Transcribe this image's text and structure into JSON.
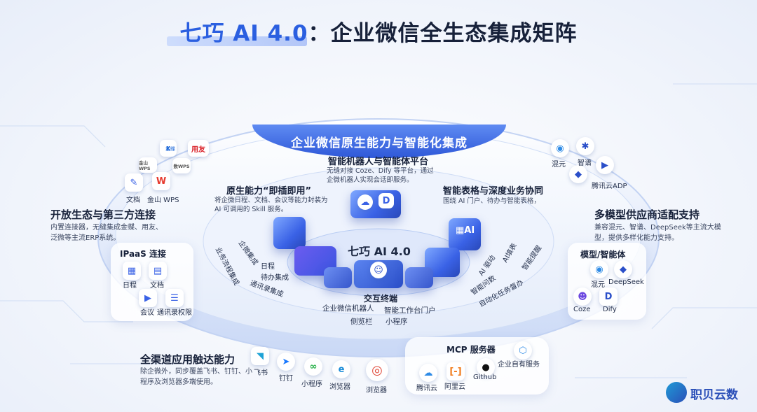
{
  "title": {
    "prefix": "七巧 AI 4.0",
    "suffix": "：企业微信全生态集成矩阵"
  },
  "banner": "企业微信原生能力与智能化集成",
  "center_label": "七巧 AI 4.0",
  "robot": {
    "title": "智能机器人与智能体平台",
    "desc": "无缝对接 Coze、Dify 等平台，通过企微机器人实现会话即服务。"
  },
  "native": {
    "title": "原生能力“即插即用”",
    "desc": "将企微日程、文档、会议等能力封装为 AI 可调用的 Skill 服务。",
    "rot_items": [
      "业务流程集成",
      "企微集成",
      "日程",
      "待办集成",
      "通讯录集成"
    ]
  },
  "smart_table": {
    "title": "智能表格与深度业务协同",
    "desc": "围绕 AI 门户、待办与智能表格，",
    "rot_items": [
      "AI 驱动",
      "AI填表",
      "智能提醒",
      "智能问数",
      "自动化任务督办"
    ]
  },
  "interaction": {
    "title": "交互终端",
    "items": [
      "企业微信机器人",
      "智能工作台门户",
      "侧览栏",
      "小程序"
    ]
  },
  "open_eco": {
    "title": "开放生态与第三方连接",
    "desc": "内置连接器，无缝集成金蝶、用友、\n泛微等主流ERP系统。",
    "ipaas_title": "IPaaS 连接",
    "ipaas_items": [
      "日程",
      "文档",
      "会议",
      "通讯录权限"
    ],
    "top_apps": [
      "金蝶",
      "用友",
      "金山WPS",
      "数WPS",
      "文档",
      "金山 WPS"
    ]
  },
  "multi_model": {
    "title": "多模型供应商适配支持",
    "desc": "兼容混元、智谱、DeepSeek等主流大模型，提供多样化能力支持。",
    "top_models": [
      "混元",
      "智谱",
      "腾讯云ADP"
    ],
    "sub_title": "模型/智能体",
    "sub_items": [
      "混元",
      "DeepSeek",
      "Coze",
      "Dify"
    ]
  },
  "channels": {
    "title": "全渠道应用触达能力",
    "desc": "除企微外，同步覆盖飞书、钉钉、小程序及浏览器多端使用。",
    "items": [
      "飞书",
      "钉钉",
      "小程序",
      "浏览器",
      "浏览器"
    ]
  },
  "mcp": {
    "title": "MCP 服务器",
    "items": [
      "腾讯云",
      "阿里云",
      "Github",
      "企业自有服务"
    ]
  },
  "brand": "职贝云数",
  "colors": {
    "accent": "#2f58d8",
    "title": "#17213a"
  }
}
